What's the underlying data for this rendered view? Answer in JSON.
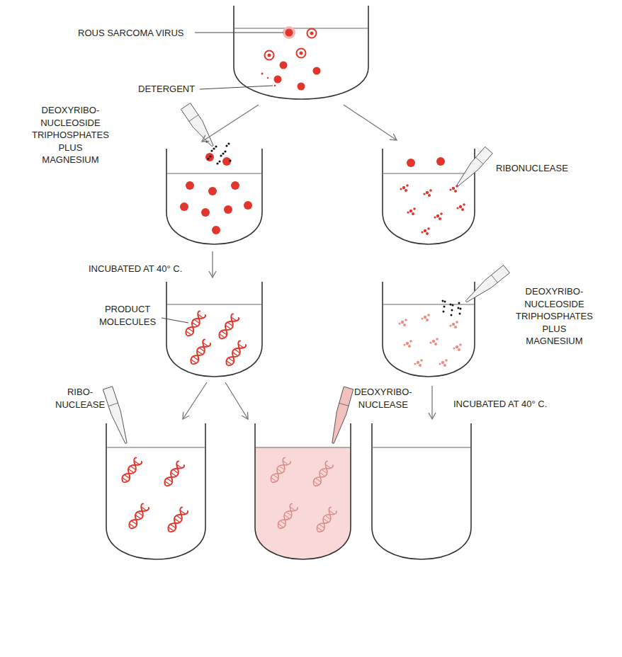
{
  "diagram": {
    "labels": [
      "ROUS SARCOMA VIRUS",
      "DETERGENT",
      "DEOXYRIBO- NUCLEOSIDE TRIPHOSPHATES PLUS MAGNESIUM",
      "RIBONUCLEASE",
      "INCUBATED AT 40° C.",
      "PRODUCT MOLECULES",
      "DEOXYRIBO- NUCLEOSIDE TRIPHOSPHATES PLUS MAGNESIUM",
      "RIBO- NUCLEASE",
      "DEOXYRIBO- NUCLEASE",
      "INCUBATED AT 40° C."
    ]
  }
}
